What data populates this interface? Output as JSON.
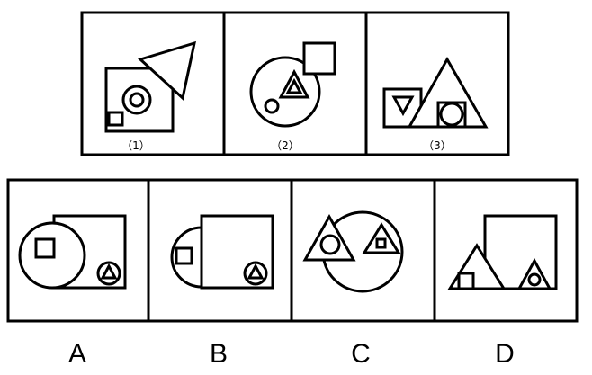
{
  "question_row": {
    "panels": [
      {
        "caption": "（1）",
        "description_icon": "square-circle-triangle"
      },
      {
        "caption": "（2）",
        "description_icon": "circle-square-triangle"
      },
      {
        "caption": "（3）",
        "description_icon": "square-triangle"
      }
    ]
  },
  "options_row": {
    "options": [
      {
        "letter": "A"
      },
      {
        "letter": "B"
      },
      {
        "letter": "C"
      },
      {
        "letter": "D"
      }
    ]
  }
}
